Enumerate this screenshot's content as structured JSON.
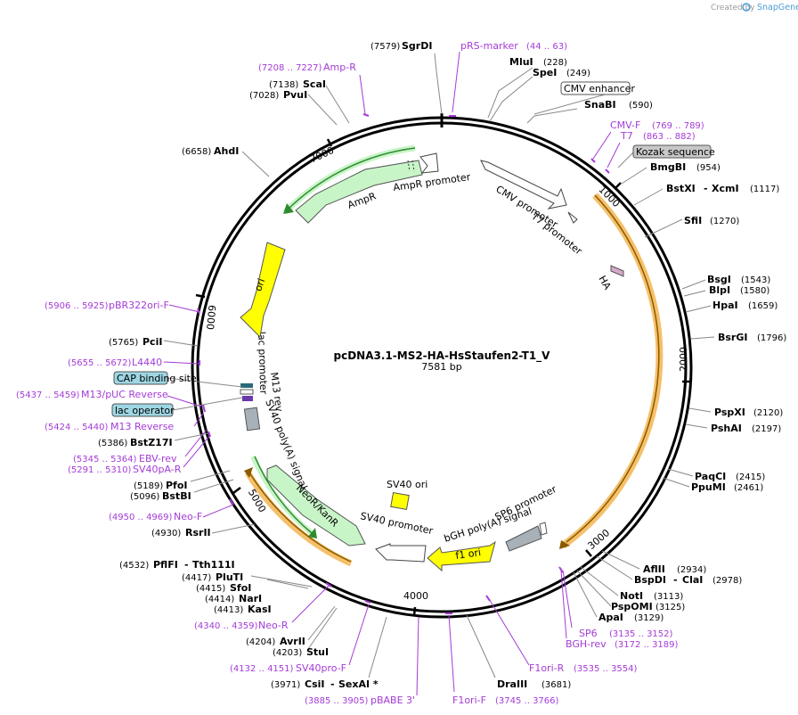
{
  "title": "pcDNA3.1-MS2-HA-HsStaufen2-T1_V",
  "length": "7581 bp",
  "credit": {
    "created_by": "Created by",
    "brand": "SnapGene"
  },
  "ticks": [
    "1000",
    "2000",
    "3000",
    "4000",
    "5000",
    "6000",
    "7000"
  ],
  "sites": [
    {
      "name": "SgrDI",
      "pos": "(7579)"
    },
    {
      "name": "MluI",
      "pos": "(228)"
    },
    {
      "name": "SpeI",
      "pos": "(249)"
    },
    {
      "name": "SnaBI",
      "pos": "(590)"
    },
    {
      "name": "BmgBI",
      "pos": "(954)"
    },
    {
      "name": "BstXI",
      "name2": "XcmI",
      "pos": "(1117)"
    },
    {
      "name": "SfiI",
      "pos": "(1270)"
    },
    {
      "name": "BsgI",
      "pos": "(1543)"
    },
    {
      "name": "BlpI",
      "pos": "(1580)"
    },
    {
      "name": "HpaI",
      "pos": "(1659)"
    },
    {
      "name": "BsrGI",
      "pos": "(1796)"
    },
    {
      "name": "PspXI",
      "pos": "(2120)"
    },
    {
      "name": "PshAI",
      "pos": "(2197)"
    },
    {
      "name": "PaqCI",
      "pos": "(2415)"
    },
    {
      "name": "PpuMI",
      "pos": "(2461)"
    },
    {
      "name": "AflII",
      "pos": "(2934)"
    },
    {
      "name": "BspDI",
      "name2": "ClaI",
      "pos": "(2978)"
    },
    {
      "name": "NotI",
      "pos": "(3113)"
    },
    {
      "name": "PspOMI",
      "pos": "(3125)"
    },
    {
      "name": "ApaI",
      "pos": "(3129)"
    },
    {
      "name": "DraIII",
      "pos": "(3681)"
    },
    {
      "name": "CsiI",
      "name2": "SexAI *",
      "pos": "(3971)"
    },
    {
      "name": "StuI",
      "pos": "(4203)"
    },
    {
      "name": "AvrII",
      "pos": "(4204)"
    },
    {
      "name": "KasI",
      "pos": "(4413)"
    },
    {
      "name": "NarI",
      "pos": "(4414)"
    },
    {
      "name": "SfoI",
      "pos": "(4415)"
    },
    {
      "name": "PluTI",
      "pos": "(4417)"
    },
    {
      "name": "PflFI",
      "name2": "Tth111I",
      "pos": "(4532)"
    },
    {
      "name": "RsrII",
      "pos": "(4930)"
    },
    {
      "name": "BstBI",
      "pos": "(5096)"
    },
    {
      "name": "PfoI",
      "pos": "(5189)"
    },
    {
      "name": "BstZ17I",
      "pos": "(5386)"
    },
    {
      "name": "PciI",
      "pos": "(5765)"
    },
    {
      "name": "AhdI",
      "pos": "(6658)"
    },
    {
      "name": "PvuI",
      "pos": "(7028)"
    },
    {
      "name": "ScaI",
      "pos": "(7138)"
    }
  ],
  "primers": [
    {
      "name": "pRS-marker",
      "pos": "(44 .. 63)"
    },
    {
      "name": "CMV-F",
      "pos": "(769 .. 789)"
    },
    {
      "name": "T7",
      "pos": "(863 .. 882)"
    },
    {
      "name": "SP6",
      "pos": "(3135 .. 3152)"
    },
    {
      "name": "BGH-rev",
      "pos": "(3172 .. 3189)"
    },
    {
      "name": "F1ori-R",
      "pos": "(3535 .. 3554)"
    },
    {
      "name": "F1ori-F",
      "pos": "(3745 .. 3766)"
    },
    {
      "name": "pBABE 3'",
      "pos": "(3885 .. 3905)"
    },
    {
      "name": "SV40pro-F",
      "pos": "(4132 .. 4151)"
    },
    {
      "name": "Neo-R",
      "pos": "(4340 .. 4359)"
    },
    {
      "name": "Neo-F",
      "pos": "(4950 .. 4969)"
    },
    {
      "name": "SV40pA-R",
      "pos": "(5291 .. 5310)"
    },
    {
      "name": "EBV-rev",
      "pos": "(5345 .. 5364)"
    },
    {
      "name": "M13 Reverse",
      "pos": "(5424 .. 5440)"
    },
    {
      "name": "M13/pUC Reverse",
      "pos": "(5437 .. 5459)"
    },
    {
      "name": "L4440",
      "pos": "(5655 .. 5672)"
    },
    {
      "name": "pBR322ori-F",
      "pos": "(5906 .. 5925)"
    },
    {
      "name": "Amp-R",
      "pos": "(7208 .. 7227)"
    }
  ],
  "boxed_features": [
    {
      "name": "CMV enhancer"
    },
    {
      "name": "Kozak sequence"
    },
    {
      "name": "CAP binding site"
    },
    {
      "name": "lac operator"
    }
  ],
  "features": [
    {
      "name": "CMV promoter"
    },
    {
      "name": "T7 promoter"
    },
    {
      "name": "HA"
    },
    {
      "name": "SP6 promoter"
    },
    {
      "name": "bGH poly(A) signal"
    },
    {
      "name": "f1 ori"
    },
    {
      "name": "SV40 promoter"
    },
    {
      "name": "SV40 ori"
    },
    {
      "name": "NeoR/KanR"
    },
    {
      "name": "SV40 poly(A) signal"
    },
    {
      "name": "M13 rev"
    },
    {
      "name": "lac promoter"
    },
    {
      "name": "ori"
    },
    {
      "name": "AmpR"
    },
    {
      "name": "AmpR promoter"
    }
  ],
  "colors": {
    "primer": "#a43bd6",
    "orf_orange": "#f5c06a",
    "amp_green": "#c8f5c8",
    "ori_yellow": "#ffff00",
    "promoter_white": "#ffffff",
    "boxed_gray": "#c8c8c8",
    "boxed_teal": "#9ed6e3"
  }
}
